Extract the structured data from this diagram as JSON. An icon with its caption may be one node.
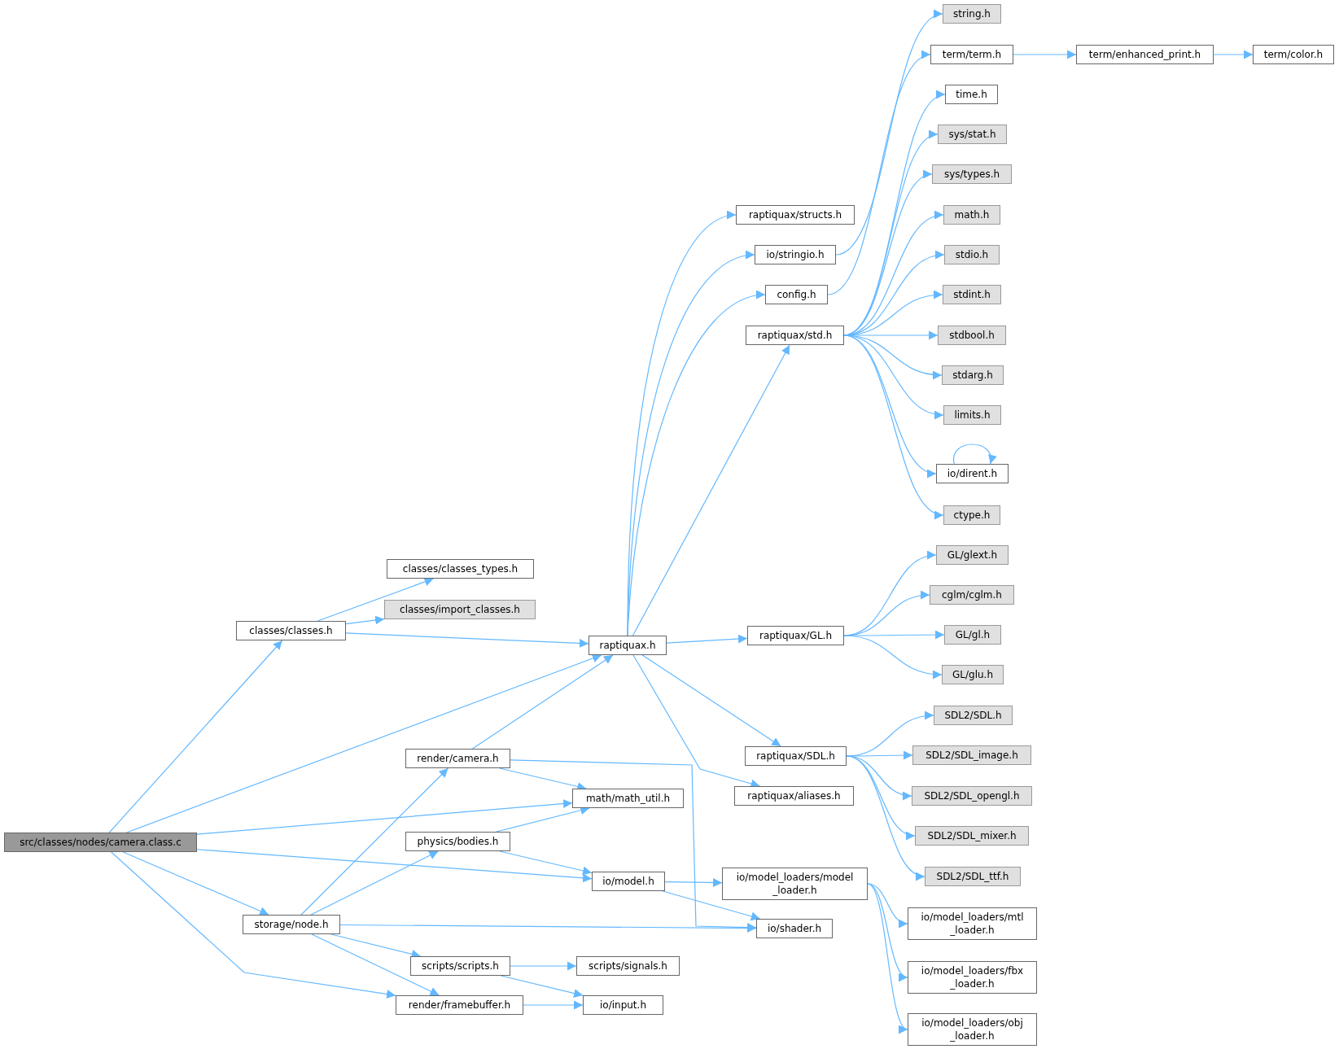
{
  "diagram": {
    "nodes": [
      {
        "text": [
          "src/classes/nodes/camera.class.c"
        ]
      },
      {
        "text": [
          "classes/classes.h"
        ]
      },
      {
        "text": [
          "classes/classes_types.h"
        ]
      },
      {
        "text": [
          "classes/import_classes.h"
        ]
      },
      {
        "text": [
          "raptiquax.h"
        ]
      },
      {
        "text": [
          "raptiquax/structs.h"
        ]
      },
      {
        "text": [
          "io/stringio.h"
        ]
      },
      {
        "text": [
          "config.h"
        ]
      },
      {
        "text": [
          "raptiquax/std.h"
        ]
      },
      {
        "text": [
          "string.h"
        ]
      },
      {
        "text": [
          "term/term.h"
        ]
      },
      {
        "text": [
          "term/enhanced_print.h"
        ]
      },
      {
        "text": [
          "term/color.h"
        ]
      },
      {
        "text": [
          "time.h"
        ]
      },
      {
        "text": [
          "sys/stat.h"
        ]
      },
      {
        "text": [
          "sys/types.h"
        ]
      },
      {
        "text": [
          "math.h"
        ]
      },
      {
        "text": [
          "stdio.h"
        ]
      },
      {
        "text": [
          "stdint.h"
        ]
      },
      {
        "text": [
          "stdbool.h"
        ]
      },
      {
        "text": [
          "stdarg.h"
        ]
      },
      {
        "text": [
          "limits.h"
        ]
      },
      {
        "text": [
          "io/dirent.h"
        ]
      },
      {
        "text": [
          "ctype.h"
        ]
      },
      {
        "text": [
          "raptiquax/GL.h"
        ]
      },
      {
        "text": [
          "GL/glext.h"
        ]
      },
      {
        "text": [
          "cglm/cglm.h"
        ]
      },
      {
        "text": [
          "GL/gl.h"
        ]
      },
      {
        "text": [
          "GL/glu.h"
        ]
      },
      {
        "text": [
          "raptiquax/SDL.h"
        ]
      },
      {
        "text": [
          "SDL2/SDL.h"
        ]
      },
      {
        "text": [
          "SDL2/SDL_image.h"
        ]
      },
      {
        "text": [
          "SDL2/SDL_opengl.h"
        ]
      },
      {
        "text": [
          "SDL2/SDL_mixer.h"
        ]
      },
      {
        "text": [
          "SDL2/SDL_ttf.h"
        ]
      },
      {
        "text": [
          "raptiquax/aliases.h"
        ]
      },
      {
        "text": [
          "render/camera.h"
        ]
      },
      {
        "text": [
          "math/math_util.h"
        ]
      },
      {
        "text": [
          "physics/bodies.h"
        ]
      },
      {
        "text": [
          "io/model.h"
        ]
      },
      {
        "text": [
          "io/model_loaders/model _loader.h"
        ]
      },
      {
        "text": [
          "io/shader.h"
        ]
      },
      {
        "text": [
          "storage/node.h"
        ]
      },
      {
        "text": [
          "scripts/scripts.h"
        ]
      },
      {
        "text": [
          "scripts/signals.h"
        ]
      },
      {
        "text": [
          "render/framebuffer.h"
        ]
      },
      {
        "text": [
          "io/input.h"
        ]
      },
      {
        "text": [
          "io/model_loaders/mtl _loader.h"
        ]
      },
      {
        "text": [
          "io/model_loaders/fbx _loader.h"
        ]
      },
      {
        "text": [
          "io/model_loaders/obj _loader.h"
        ]
      }
    ],
    "edges": [
      {
        "from": 0,
        "to": 1,
        "arrow": "to"
      },
      {
        "from": 0,
        "to": 4,
        "arrow": "to"
      },
      {
        "from": 0,
        "to": 37,
        "arrow": "to"
      },
      {
        "from": 0,
        "to": 39,
        "arrow": "to"
      },
      {
        "from": 0,
        "to": 42,
        "arrow": "to"
      },
      {
        "from": 0,
        "to": 45,
        "arrow": "to"
      },
      {
        "from": 1,
        "to": 2,
        "arrow": "to"
      },
      {
        "from": 1,
        "to": 3,
        "arrow": "to"
      },
      {
        "from": 1,
        "to": 4,
        "arrow": "to"
      },
      {
        "from": 4,
        "to": 5,
        "arrow": "to"
      },
      {
        "from": 4,
        "to": 6,
        "arrow": "to"
      },
      {
        "from": 4,
        "to": 7,
        "arrow": "to"
      },
      {
        "from": 4,
        "to": 8,
        "arrow": "to"
      },
      {
        "from": 4,
        "to": 24,
        "arrow": "to"
      },
      {
        "from": 4,
        "to": 29,
        "arrow": "to"
      },
      {
        "from": 4,
        "to": 35,
        "arrow": "to"
      },
      {
        "from": 6,
        "to": 9,
        "arrow": "to"
      },
      {
        "from": 7,
        "to": 10,
        "arrow": "to"
      },
      {
        "from": 10,
        "to": 11,
        "arrow": "to"
      },
      {
        "from": 11,
        "to": 12,
        "arrow": "to"
      },
      {
        "from": 8,
        "to": 13,
        "arrow": "to"
      },
      {
        "from": 8,
        "to": 14,
        "arrow": "to"
      },
      {
        "from": 8,
        "to": 15,
        "arrow": "to"
      },
      {
        "from": 8,
        "to": 16,
        "arrow": "to"
      },
      {
        "from": 8,
        "to": 17,
        "arrow": "to"
      },
      {
        "from": 8,
        "to": 18,
        "arrow": "to"
      },
      {
        "from": 8,
        "to": 19,
        "arrow": "to"
      },
      {
        "from": 8,
        "to": 20,
        "arrow": "to"
      },
      {
        "from": 8,
        "to": 21,
        "arrow": "to"
      },
      {
        "from": 8,
        "to": 22,
        "arrow": "to"
      },
      {
        "from": 8,
        "to": 23,
        "arrow": "to"
      },
      {
        "from": 22,
        "to": 22,
        "arrow": "to"
      },
      {
        "from": 24,
        "to": 25,
        "arrow": "to"
      },
      {
        "from": 24,
        "to": 26,
        "arrow": "to"
      },
      {
        "from": 24,
        "to": 27,
        "arrow": "to"
      },
      {
        "from": 24,
        "to": 28,
        "arrow": "to"
      },
      {
        "from": 29,
        "to": 30,
        "arrow": "to"
      },
      {
        "from": 29,
        "to": 31,
        "arrow": "to"
      },
      {
        "from": 29,
        "to": 32,
        "arrow": "to"
      },
      {
        "from": 29,
        "to": 33,
        "arrow": "to"
      },
      {
        "from": 29,
        "to": 34,
        "arrow": "to"
      },
      {
        "from": 36,
        "to": 4,
        "arrow": "to"
      },
      {
        "from": 36,
        "to": 37,
        "arrow": "to"
      },
      {
        "from": 36,
        "to": 41,
        "arrow": "to"
      },
      {
        "from": 38,
        "to": 37,
        "arrow": "to"
      },
      {
        "from": 38,
        "to": 39,
        "arrow": "to"
      },
      {
        "from": 39,
        "to": 40,
        "arrow": "to"
      },
      {
        "from": 39,
        "to": 41,
        "arrow": "to"
      },
      {
        "from": 40,
        "to": 47,
        "arrow": "to"
      },
      {
        "from": 40,
        "to": 48,
        "arrow": "to"
      },
      {
        "from": 40,
        "to": 49,
        "arrow": "to"
      },
      {
        "from": 42,
        "to": 36,
        "arrow": "to"
      },
      {
        "from": 42,
        "to": 38,
        "arrow": "to"
      },
      {
        "from": 42,
        "to": 41,
        "arrow": "to"
      },
      {
        "from": 42,
        "to": 43,
        "arrow": "to"
      },
      {
        "from": 42,
        "to": 45,
        "arrow": "to"
      },
      {
        "from": 43,
        "to": 44,
        "arrow": "to"
      },
      {
        "from": 43,
        "to": 46,
        "arrow": "to"
      },
      {
        "from": 45,
        "to": 46,
        "arrow": "to"
      }
    ]
  }
}
